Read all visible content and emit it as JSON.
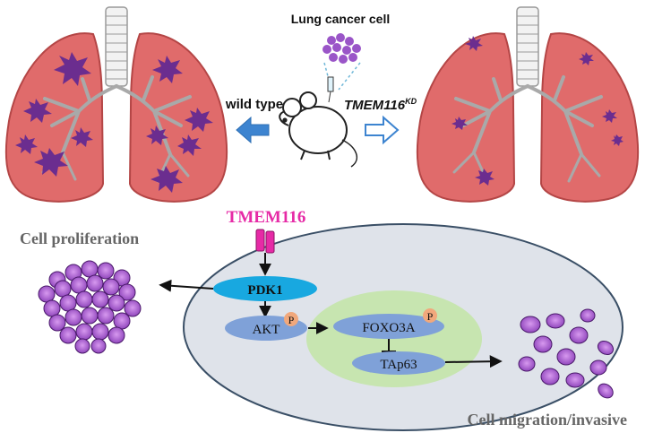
{
  "labels": {
    "cancer_cell": "Lung cancer cell",
    "wild_type": "wild type",
    "kd_base": "TMEM116",
    "kd_sup": "KD",
    "tmem116": "TMEM116",
    "proliferation": "Cell proliferation",
    "migration": "Cell migration/invasive",
    "pdk1": "PDK1",
    "akt": "AKT",
    "foxo3a": "FOXO3A",
    "tap63": "TAp63",
    "phospho": "P"
  },
  "colors": {
    "lung_fill": "#e06b6b",
    "lung_edge": "#b44646",
    "airway": "#a9a9a9",
    "tumor": "#6b2d8f",
    "tmem116": "#e62aa6",
    "pdk1": "#18a8e0",
    "protein": "#7fa1d8",
    "phospho": "#f1a87c",
    "cell": "#dfe3ea",
    "nucleus_zone": "#c7e5b0",
    "arrow_blue": "#3d84d0",
    "cancer_cell": "#9a55c8"
  }
}
